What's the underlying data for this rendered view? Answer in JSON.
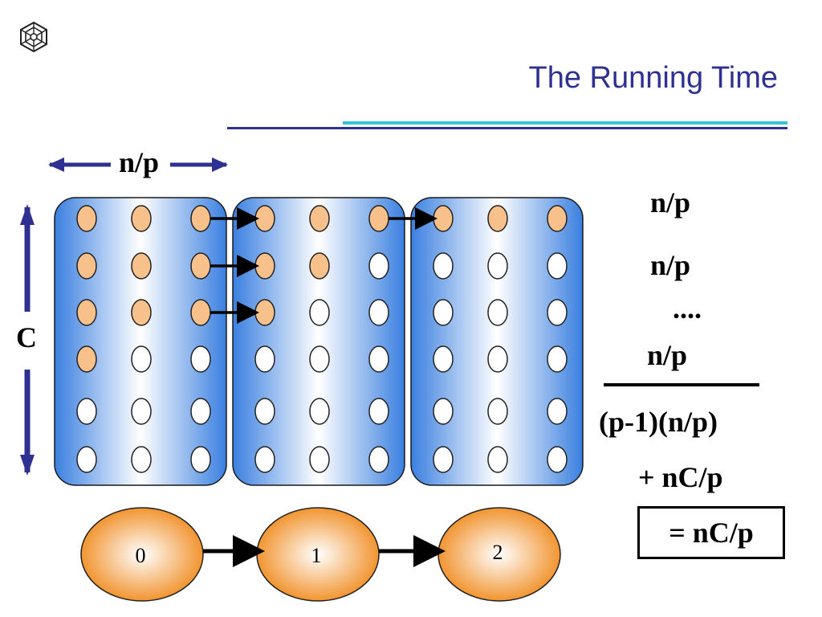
{
  "slide": {
    "title": "The Running Time"
  },
  "diagram": {
    "width_label": "n/p",
    "height_label": "C",
    "columns_per_block": 3,
    "rows": 6,
    "filled_count_by_row": [
      {
        "block0": 3,
        "block1": 3,
        "block2": 3
      },
      {
        "block0": 3,
        "block1": 2,
        "block2": 0
      },
      {
        "block0": 3,
        "block1": 1,
        "block2": 0
      },
      {
        "block0": 1,
        "block1": 0,
        "block2": 0
      },
      {
        "block0": 0,
        "block1": 0,
        "block2": 0
      },
      {
        "block0": 0,
        "block1": 0,
        "block2": 0
      }
    ],
    "processors": [
      "0",
      "1",
      "2"
    ],
    "colors": {
      "block_blue": "#3a7fe0",
      "filled_dot": "#f8c08a",
      "processor_orange": "#f08a1c",
      "arrow_blue": "#2e3192"
    }
  },
  "sum": {
    "line1": "n/p",
    "line2": "n/p",
    "dots": "....",
    "line3": "n/p",
    "total": "(p-1)(n/p)",
    "plus": "+ nC/p",
    "result": "= nC/p"
  }
}
